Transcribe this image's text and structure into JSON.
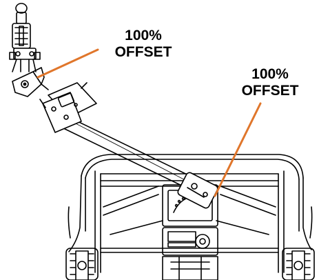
{
  "callouts": [
    {
      "line1": "100%",
      "line2": "OFFSET",
      "target": "arm-pivot-upper"
    },
    {
      "line1": "100%",
      "line2": "OFFSET",
      "target": "arm-pivot-base"
    }
  ],
  "colors": {
    "callout_line": "#e0762b",
    "ink": "#000000",
    "background": "#ffffff"
  }
}
